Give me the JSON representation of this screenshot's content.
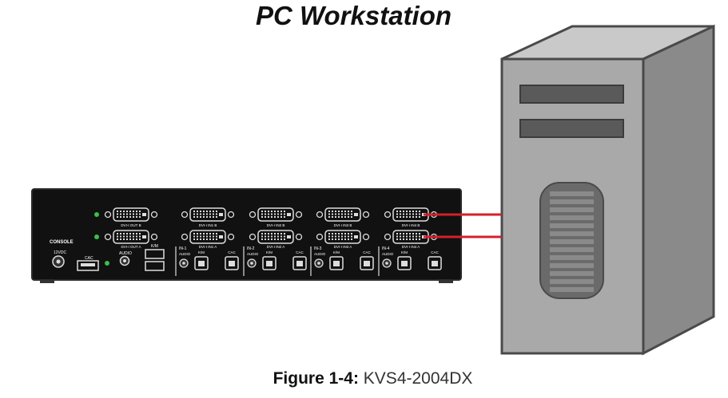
{
  "title": "PC Workstation",
  "caption": {
    "prefix": "Figure 1-4:",
    "model": "KVS4-2004DX"
  },
  "kvm": {
    "console_label": "CONSOLE",
    "power_label": "12VDC",
    "cac_label": "CAC",
    "audio_label": "AUDIO",
    "km_label": "K/M",
    "console_ports": {
      "dvi_out_b": "DVI-I OUT B",
      "dvi_out_a": "DVI-I OUT A"
    },
    "inputs": [
      {
        "name": "IN-1",
        "dvi_b": "DVI-I IN1 B",
        "dvi_a": "DVI-I IN1 A",
        "audio": "AUDIO",
        "km": "K/M",
        "cac": "CAC"
      },
      {
        "name": "IN-2",
        "dvi_b": "DVI-I IN2 B",
        "dvi_a": "DVI-I IN2 A",
        "audio": "AUDIO",
        "km": "K/M",
        "cac": "CAC"
      },
      {
        "name": "IN-3",
        "dvi_b": "DVI-I IN3 B",
        "dvi_a": "DVI-I IN3 A",
        "audio": "AUDIO",
        "km": "K/M",
        "cac": "CAC"
      },
      {
        "name": "IN-4",
        "dvi_b": "DVI-I IN4 B",
        "dvi_a": "DVI-I IN4 A",
        "audio": "AUDIO",
        "km": "K/M",
        "cac": "CAC"
      }
    ]
  },
  "colors": {
    "cable": "#d4202c",
    "kvm_body": "#111111",
    "pc_front": "#a9a9a9",
    "pc_side": "#8a8a8a",
    "pc_top": "#c9c9c9",
    "led": "#3bbf4a"
  }
}
